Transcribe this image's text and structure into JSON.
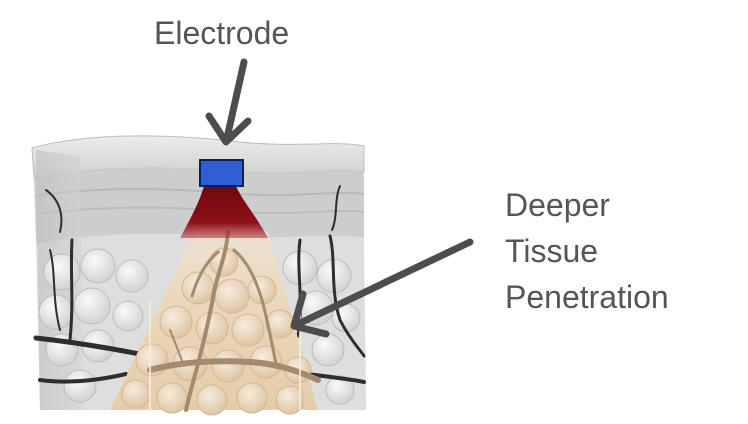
{
  "labels": {
    "electrode": "Electrode",
    "penetration_lines": [
      "Deeper",
      "Tissue",
      "Penetration"
    ]
  },
  "colors": {
    "label_text": "#555555",
    "arrow": "#4d4d4d",
    "electrode_fill": "#2f5fd0",
    "electrode_stroke": "#0c1f5c",
    "beam": "#7a0a12",
    "penetration_zone": "#e7cfae",
    "fat_globule_tan": "#eedcc3",
    "fat_globule_gray": "#e9e9e9",
    "vessel_tan": "#a48a6f",
    "vessel_dark": "#2e2e2e",
    "epidermis": "#d9d9d9",
    "dermis": "#c8c8c8"
  },
  "icons": {
    "electrode_arrow": "arrow-down-icon",
    "penetration_arrow": "arrow-down-left-icon"
  }
}
